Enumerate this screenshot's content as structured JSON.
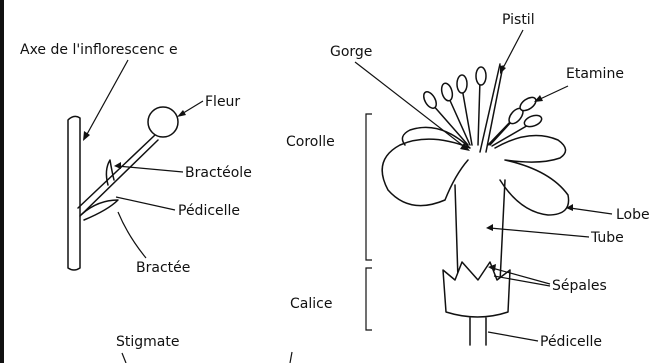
{
  "left_panel": {
    "axis_label": "Axe de l'inflorescenc e",
    "flower_label": "Fleur",
    "bracteole_label": "Bractéole",
    "pedicel_label": "Pédicelle",
    "bract_label": "Bractée"
  },
  "right_panel": {
    "pistil_label": "Pistil",
    "throat_label": "Gorge",
    "stamen_label": "Etamine",
    "corolla_label": "Corolle",
    "lobe_label": "Lobe",
    "tube_label": "Tube",
    "sepals_label": "Sépales",
    "calyx_label": "Calice",
    "pedicel_label": "Pédicelle"
  },
  "bottom": {
    "stigma_label": "Stigmate"
  }
}
